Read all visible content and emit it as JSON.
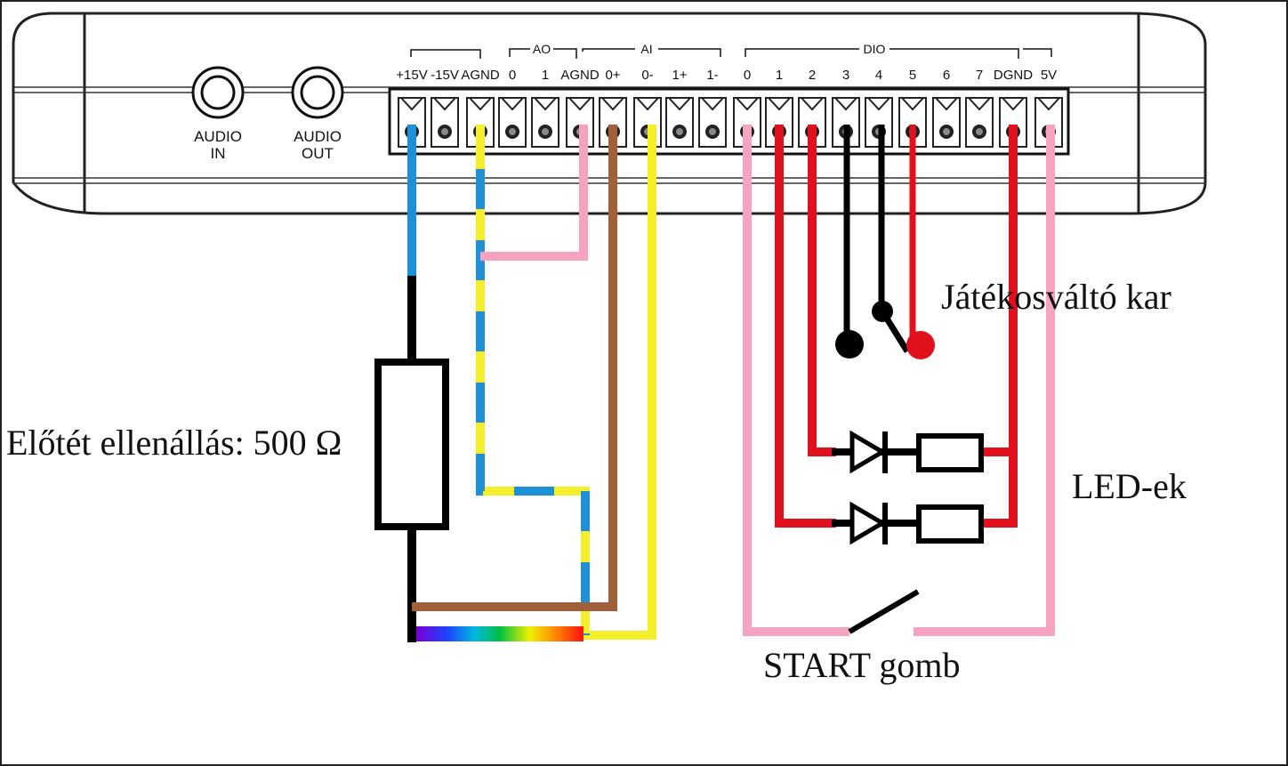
{
  "device": {
    "audio_in": [
      "AUDIO",
      "IN"
    ],
    "audio_out": [
      "AUDIO",
      "OUT"
    ],
    "group_ao": "AO",
    "group_ai": "AI",
    "group_dio": "DIO",
    "pins": [
      "+15V",
      "-15V",
      "AGND",
      "0",
      "1",
      "AGND",
      "0+",
      "0-",
      "1+",
      "1-",
      "0",
      "1",
      "2",
      "3",
      "4",
      "5",
      "6",
      "7",
      "DGND",
      "5V"
    ]
  },
  "labels": {
    "resistor": "Előtét ellenállás: 500 Ω",
    "lever": "Játékosváltó kar",
    "leds": "LED-ek",
    "start": "START gomb"
  },
  "colors": {
    "blue": "#1e90d8",
    "yellow": "#f5ee2a",
    "pink": "#f5a3c0",
    "brown": "#a0603a",
    "red": "#e0101c",
    "black": "#000000"
  }
}
